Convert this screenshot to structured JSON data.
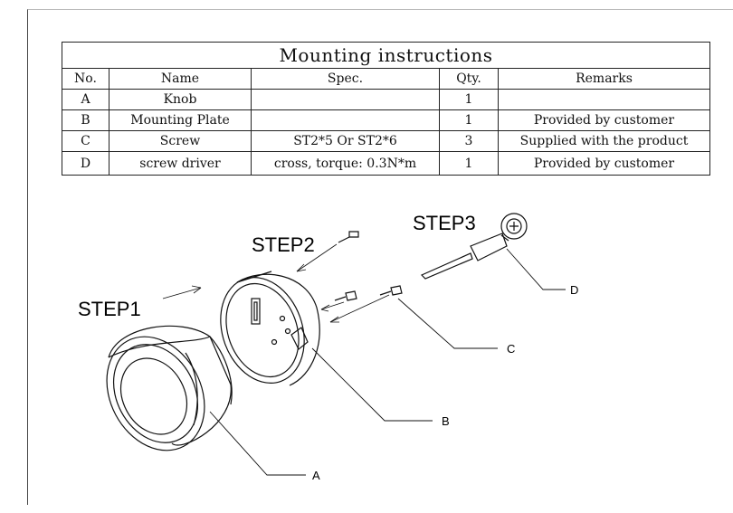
{
  "table": {
    "title": "Mounting instructions",
    "headers": [
      "No.",
      "Name",
      "Spec.",
      "Qty.",
      "Remarks"
    ],
    "rows": [
      {
        "no": "A",
        "name": "Knob",
        "spec": "",
        "qty": "1",
        "remarks": ""
      },
      {
        "no": "B",
        "name": "Mounting Plate",
        "spec": "",
        "qty": "1",
        "remarks": "Provided by customer"
      },
      {
        "no": "C",
        "name": "Screw",
        "spec": "ST2*5 Or ST2*6",
        "qty": "3",
        "remarks": "Supplied with the product"
      },
      {
        "no": "D",
        "name": "screw driver",
        "spec": "cross, torque: 0.3N*m",
        "qty": "1",
        "remarks": "Provided by customer"
      }
    ]
  },
  "drawing": {
    "steps": [
      "STEP1",
      "STEP2",
      "STEP3"
    ],
    "callouts": [
      "A",
      "B",
      "C",
      "D"
    ]
  }
}
